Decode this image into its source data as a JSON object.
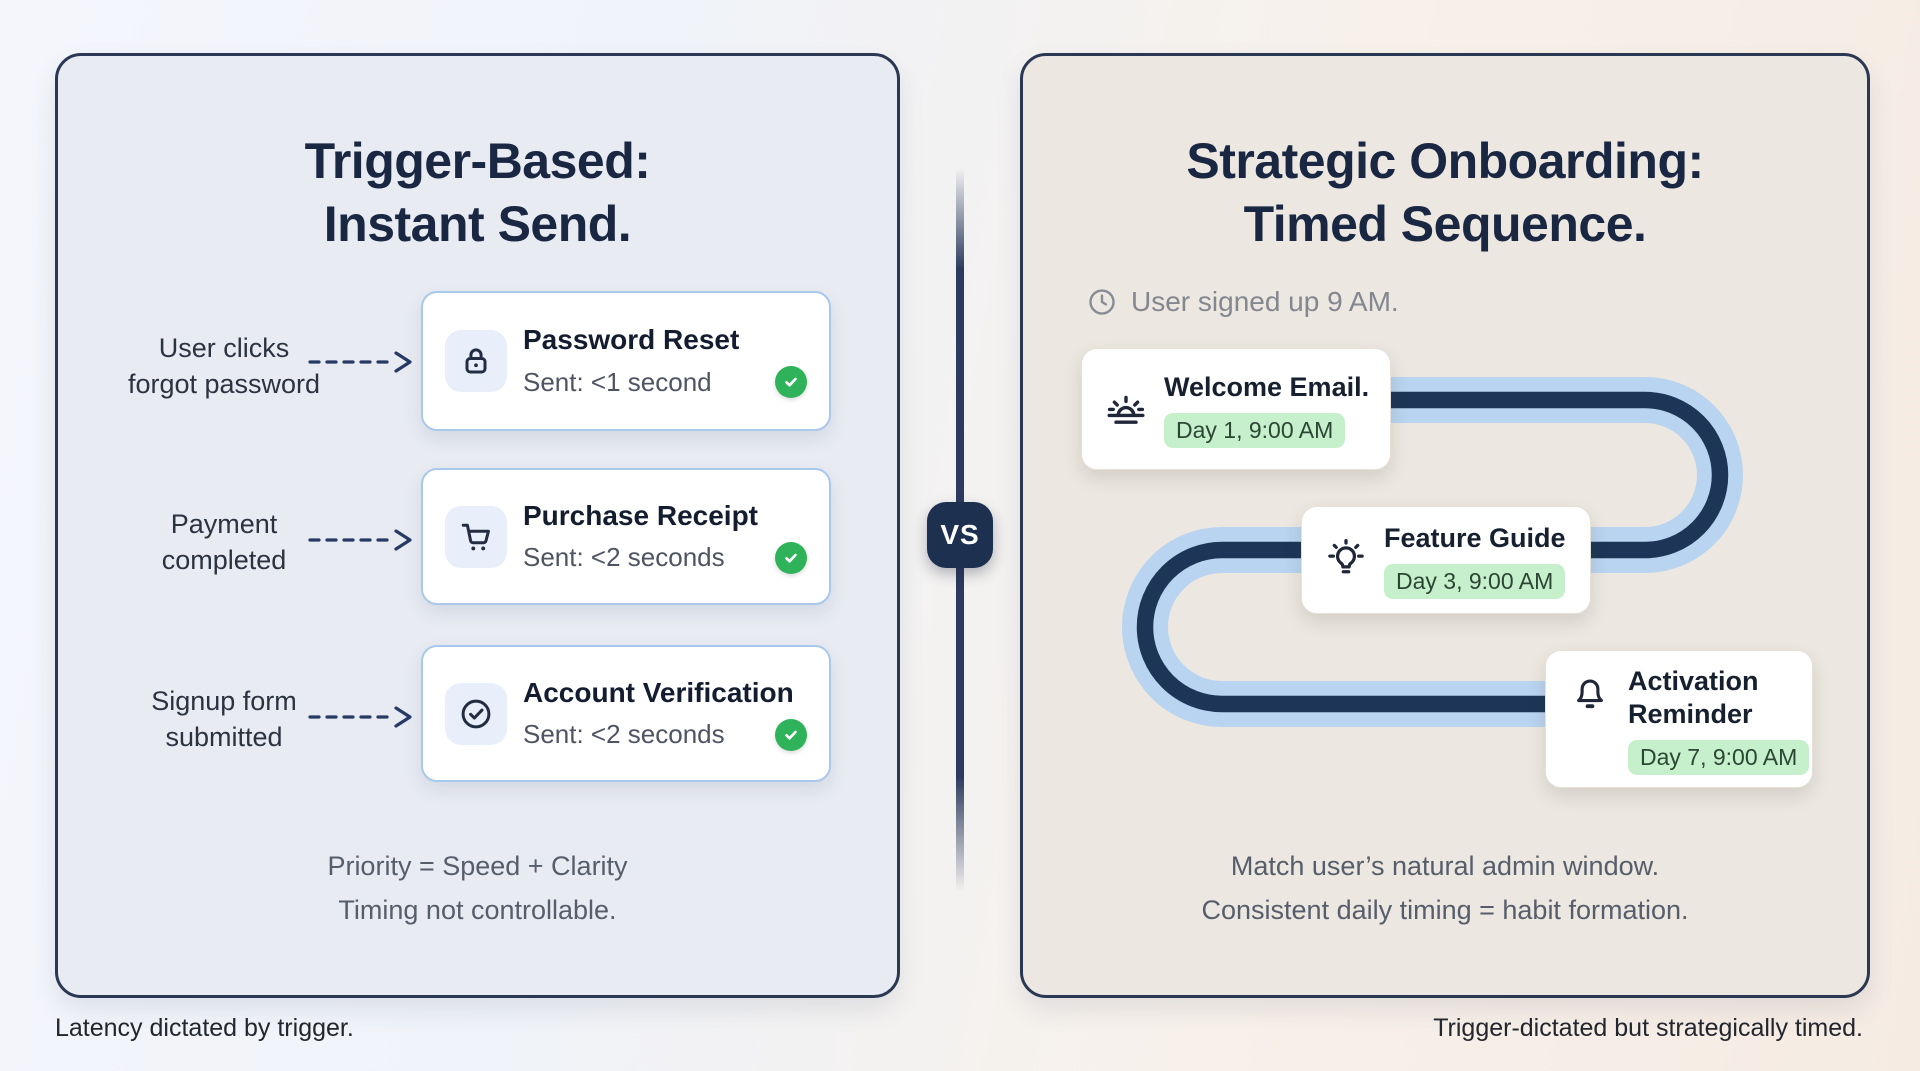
{
  "vs_badge": {
    "label": "VS"
  },
  "left_panel": {
    "title_line1": "Trigger-Based:",
    "title_line2": "Instant Send.",
    "rows": [
      {
        "trigger_line1": "User clicks",
        "trigger_line2": "forgot password",
        "card_title": "Password Reset",
        "card_subtitle": "Sent: <1 second",
        "icon": "lock-icon"
      },
      {
        "trigger_line1": "Payment",
        "trigger_line2": "completed",
        "card_title": "Purchase Receipt",
        "card_subtitle": "Sent: <2 seconds",
        "icon": "cart-icon"
      },
      {
        "trigger_line1": "Signup form",
        "trigger_line2": "submitted",
        "card_title": "Account Verification",
        "card_subtitle": "Sent: <2 seconds",
        "icon": "check-circle-icon"
      }
    ],
    "footer_line1": "Priority = Speed + Clarity",
    "footer_line2": "Timing not controllable.",
    "caption": "Latency dictated by trigger."
  },
  "right_panel": {
    "title_line1": "Strategic Onboarding:",
    "title_line2": "Timed Sequence.",
    "signup_note": "User signed up 9 AM.",
    "steps": [
      {
        "title": "Welcome Email.",
        "badge": "Day 1, 9:00 AM",
        "icon": "sunrise-icon"
      },
      {
        "title": "Feature Guide",
        "badge": "Day 3, 9:00 AM",
        "icon": "lightbulb-icon"
      },
      {
        "title": "Activation Reminder",
        "badge": "Day 7, 9:00 AM",
        "icon": "bell-icon"
      }
    ],
    "footer_line1": "Match user’s natural admin window.",
    "footer_line2": "Consistent daily timing = habit formation.",
    "caption": "Trigger-dictated but strategically timed."
  },
  "colors": {
    "navy": "#1d3050",
    "panel_border": "#2b3854",
    "left_panel_bg": "#e8ebf2",
    "right_panel_bg": "#ece7e0",
    "card_border_blue": "#a8c8ec",
    "path_light_blue": "#b9d4f0",
    "path_navy": "#1d3557",
    "badge_green_bg": "#c6efcc",
    "check_green": "#2fb35a"
  }
}
